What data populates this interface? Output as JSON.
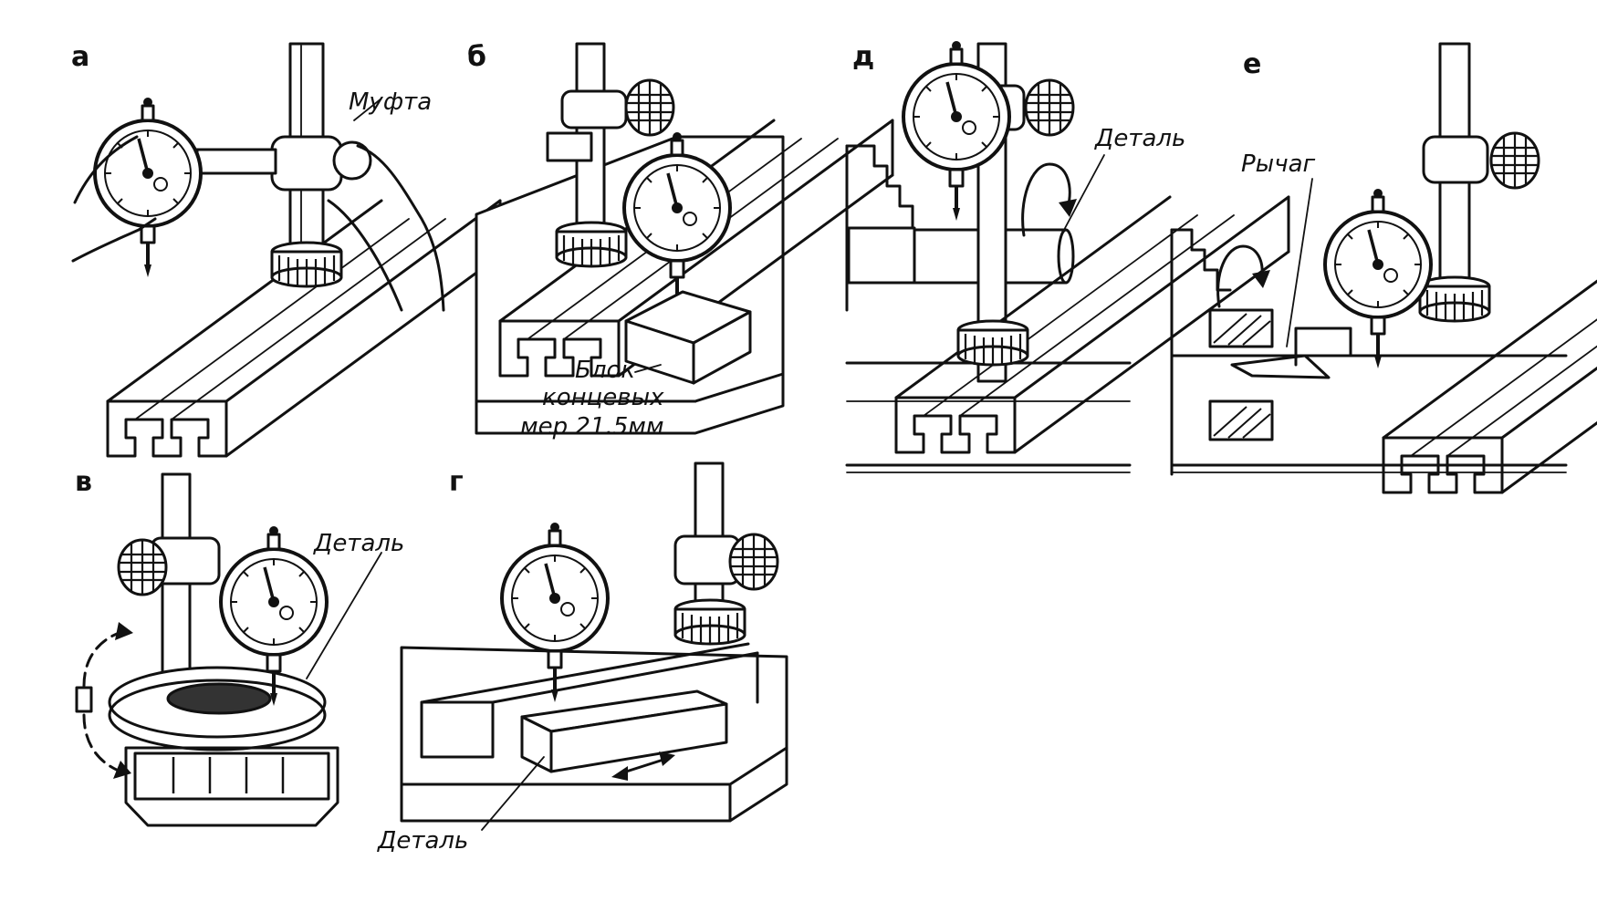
{
  "panels": [
    {
      "letter": "а",
      "labels": [
        "Муфта"
      ]
    },
    {
      "letter": "б",
      "labels": [
        "Блок",
        "концевых",
        "мер 21.5мм"
      ]
    },
    {
      "letter": "в",
      "labels": [
        "Деталь"
      ]
    },
    {
      "letter": "г",
      "labels": [
        "Деталь"
      ]
    },
    {
      "letter": "д",
      "labels": [
        "Деталь"
      ]
    },
    {
      "letter": "е",
      "labels": [
        "Рычаг"
      ]
    }
  ],
  "icons": {
    "dial": "dial-indicator-icon",
    "knob": "knurled-knob-icon",
    "rotation": "rotation-arrow-icon",
    "double_arrow": "double-arrow-icon"
  }
}
